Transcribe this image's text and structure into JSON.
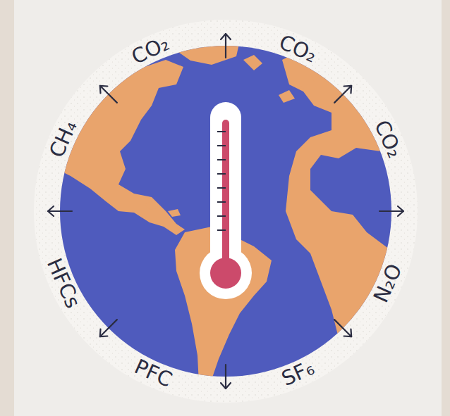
{
  "diagram": {
    "labels": [
      "CO₂",
      "CO₂",
      "CO₂",
      "N₂O",
      "SF₆",
      "PFC",
      "HFCs",
      "CH₄"
    ]
  }
}
